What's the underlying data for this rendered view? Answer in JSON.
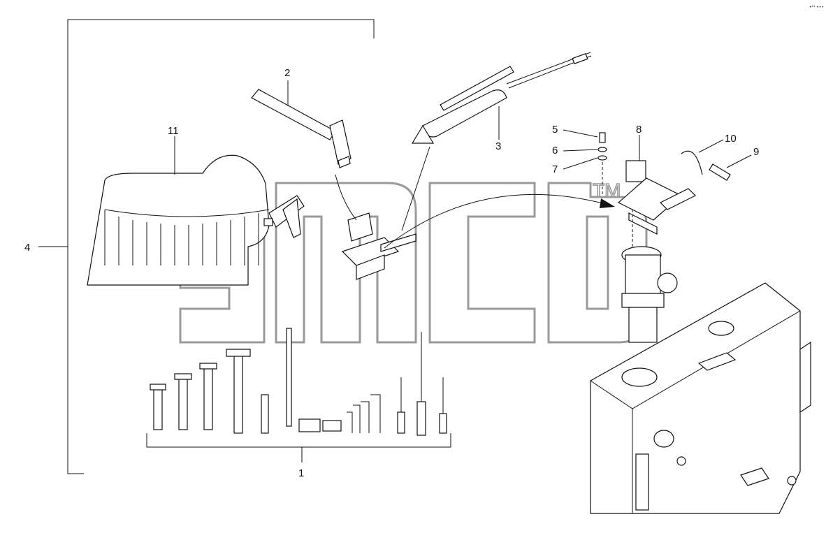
{
  "diagram": {
    "corner_code": "•¹¹ •••",
    "watermark_tm": "TM",
    "callouts": {
      "c1": "1",
      "c2": "2",
      "c3": "3",
      "c4": "4",
      "c5": "5",
      "c6": "6",
      "c7": "7",
      "c8": "8",
      "c9": "9",
      "c10": "10",
      "c11": "11"
    }
  }
}
